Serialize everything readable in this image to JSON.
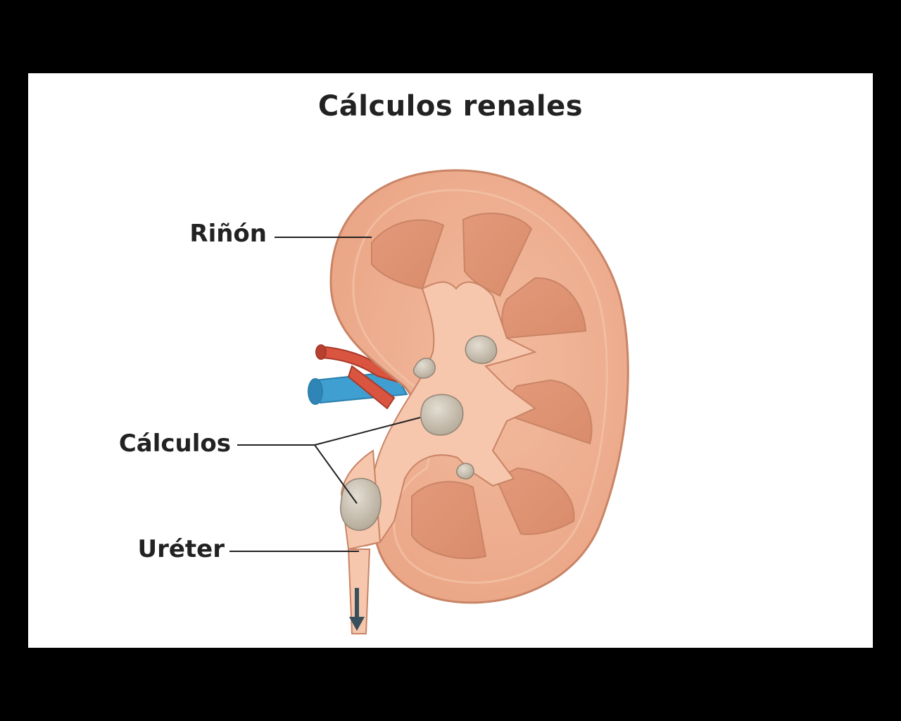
{
  "title": "Cálculos renales",
  "labels": {
    "kidney": "Riñón",
    "stones": "Cálculos",
    "ureter": "Uréter"
  },
  "colors": {
    "background": "#000000",
    "panel": "#ffffff",
    "kidney_cortex": "#f0b08f",
    "kidney_outline": "#c98466",
    "pelvis": "#f6c6ad",
    "stone": "#cfc6b8",
    "artery": "#d9553f",
    "vein": "#3f9fd1",
    "arrow": "#37505c",
    "text": "#222222"
  },
  "icons": {
    "flow_arrow": "down-arrow-icon"
  }
}
